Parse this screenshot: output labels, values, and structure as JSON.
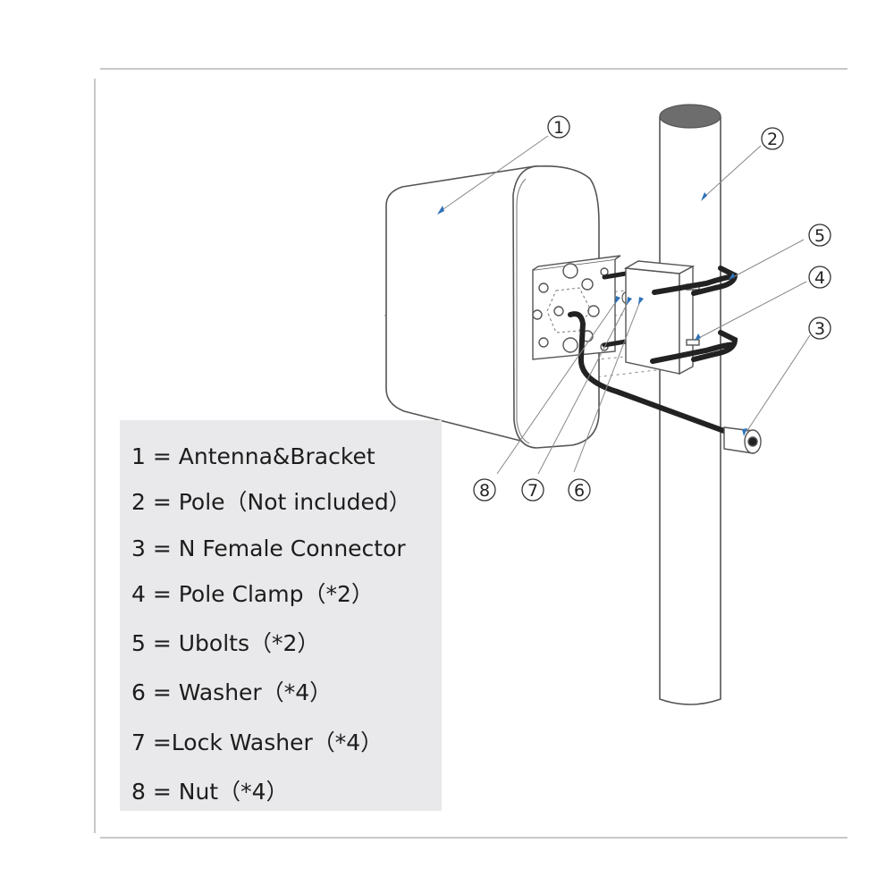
{
  "callouts": [
    {
      "id": "1",
      "label": "1"
    },
    {
      "id": "2",
      "label": "2"
    },
    {
      "id": "3",
      "label": "3"
    },
    {
      "id": "4",
      "label": "4"
    },
    {
      "id": "5",
      "label": "5"
    },
    {
      "id": "6",
      "label": "6"
    },
    {
      "id": "7",
      "label": "7"
    },
    {
      "id": "8",
      "label": "8"
    }
  ],
  "legend": {
    "items": [
      "1 = Antenna&Bracket",
      "2 = Pole（Not included）",
      "3 = N Female Connector",
      "4 = Pole Clamp（*2）",
      "5 = Ubolts（*2）",
      "6 = Washer（*4）",
      "7 =Lock Washer（*4）",
      "8 = Nut（*4）"
    ]
  },
  "colors": {
    "line": "#555555",
    "legend_background": "#e9e9eb",
    "pole_top": "#6d6d6d",
    "pointer": "#2f72b8",
    "cable": "#222222"
  }
}
